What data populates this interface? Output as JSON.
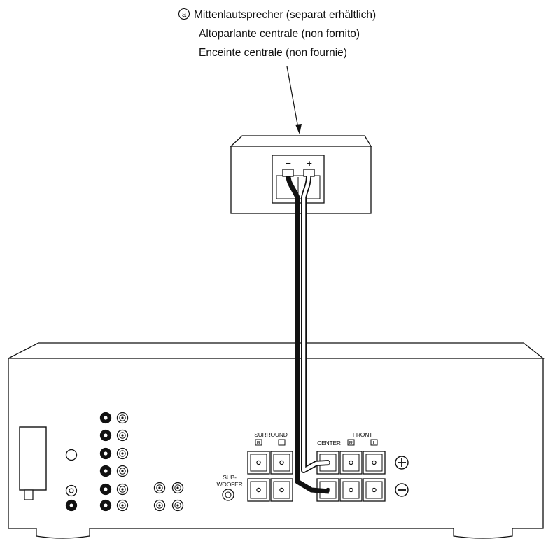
{
  "callout": {
    "marker": "a",
    "lines": [
      "Mittenlautsprecher (separat erhältlich)",
      "Altoparlante centrale (non fornito)",
      "Enceinte centrale (non fournie)"
    ]
  },
  "speaker_box": {
    "minus": "−",
    "plus": "+"
  },
  "receiver": {
    "surround_label": "SURROUND",
    "front_label": "FRONT",
    "center_label": "CENTER",
    "right_symbol": "R",
    "left_symbol": "L",
    "subwoofer_label_1": "SUB-",
    "subwoofer_label_2": "WOOFER",
    "plus_symbol": "+",
    "minus_symbol": "−"
  },
  "colors": {
    "line": "#1a1a1a",
    "panel": "#ffffff",
    "cable_dark": "#111111",
    "cable_light": "#ffffff"
  }
}
